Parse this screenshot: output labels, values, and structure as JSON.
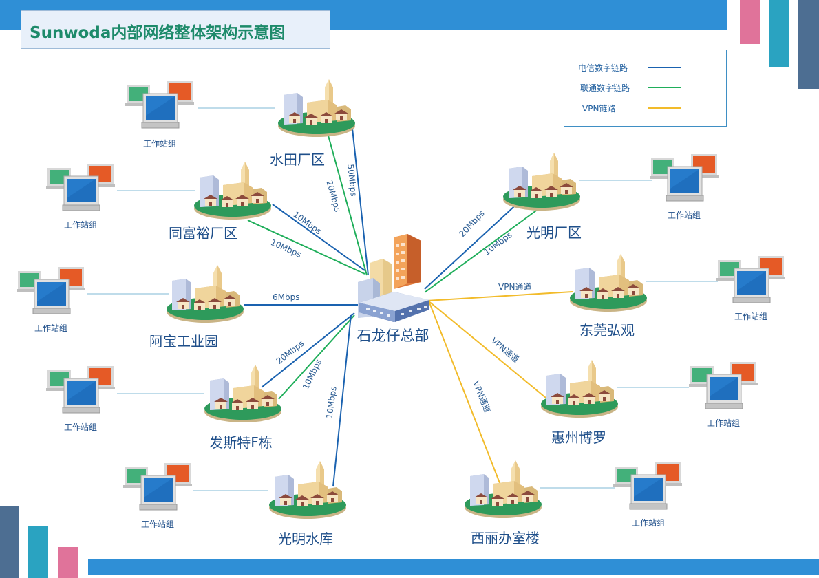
{
  "title": "Sunwoda内部网络整体架构示意图",
  "colors": {
    "banner_blue": "#2f8fd6",
    "title_green": "#1d8a6a",
    "telecom": "#1a62b0",
    "unicom": "#1fae5a",
    "vpn": "#f2bb2a",
    "lan": "#7fb9d6"
  },
  "legend": {
    "telecom_label": "电信数字链路",
    "unicom_label": "联通数字链路",
    "vpn_label": "VPN链路"
  },
  "hq": {
    "name": "石龙仔总部",
    "icon": "office-tower-icon"
  },
  "sites": [
    {
      "id": "shuitian",
      "name": "水田厂区",
      "workstation_label": "工作站组"
    },
    {
      "id": "tongfuyu",
      "name": "同富裕厂区",
      "workstation_label": "工作站组"
    },
    {
      "id": "abao",
      "name": "阿宝工业园",
      "workstation_label": "工作站组"
    },
    {
      "id": "fasite",
      "name": "发斯特F栋",
      "workstation_label": "工作站组"
    },
    {
      "id": "gmshuiku",
      "name": "光明水库",
      "workstation_label": "工作站组"
    },
    {
      "id": "guangming",
      "name": "光明厂区",
      "workstation_label": "工作站组"
    },
    {
      "id": "dongguan",
      "name": "东莞弘观",
      "workstation_label": "工作站组"
    },
    {
      "id": "huizhou",
      "name": "惠州博罗",
      "workstation_label": "工作站组"
    },
    {
      "id": "xili",
      "name": "西丽办室楼",
      "workstation_label": "工作站组"
    }
  ],
  "links": [
    {
      "site": "shuitian",
      "type": "telecom",
      "label": "50Mbps"
    },
    {
      "site": "shuitian",
      "type": "unicom",
      "label": "20Mbps"
    },
    {
      "site": "tongfuyu",
      "type": "telecom",
      "label": "10Mbps"
    },
    {
      "site": "tongfuyu",
      "type": "unicom",
      "label": "10Mbps"
    },
    {
      "site": "abao",
      "type": "telecom",
      "label": "6Mbps"
    },
    {
      "site": "fasite",
      "type": "telecom",
      "label": "20Mbps"
    },
    {
      "site": "fasite",
      "type": "unicom",
      "label": "10Mbps"
    },
    {
      "site": "gmshuiku",
      "type": "telecom",
      "label": "10Mbps"
    },
    {
      "site": "guangming",
      "type": "telecom",
      "label": "20Mbps"
    },
    {
      "site": "guangming",
      "type": "unicom",
      "label": "10Mbps"
    },
    {
      "site": "dongguan",
      "type": "vpn",
      "label": "VPN通道"
    },
    {
      "site": "huizhou",
      "type": "vpn",
      "label": "VPN通道"
    },
    {
      "site": "xili",
      "type": "vpn",
      "label": "VPN通道"
    }
  ]
}
